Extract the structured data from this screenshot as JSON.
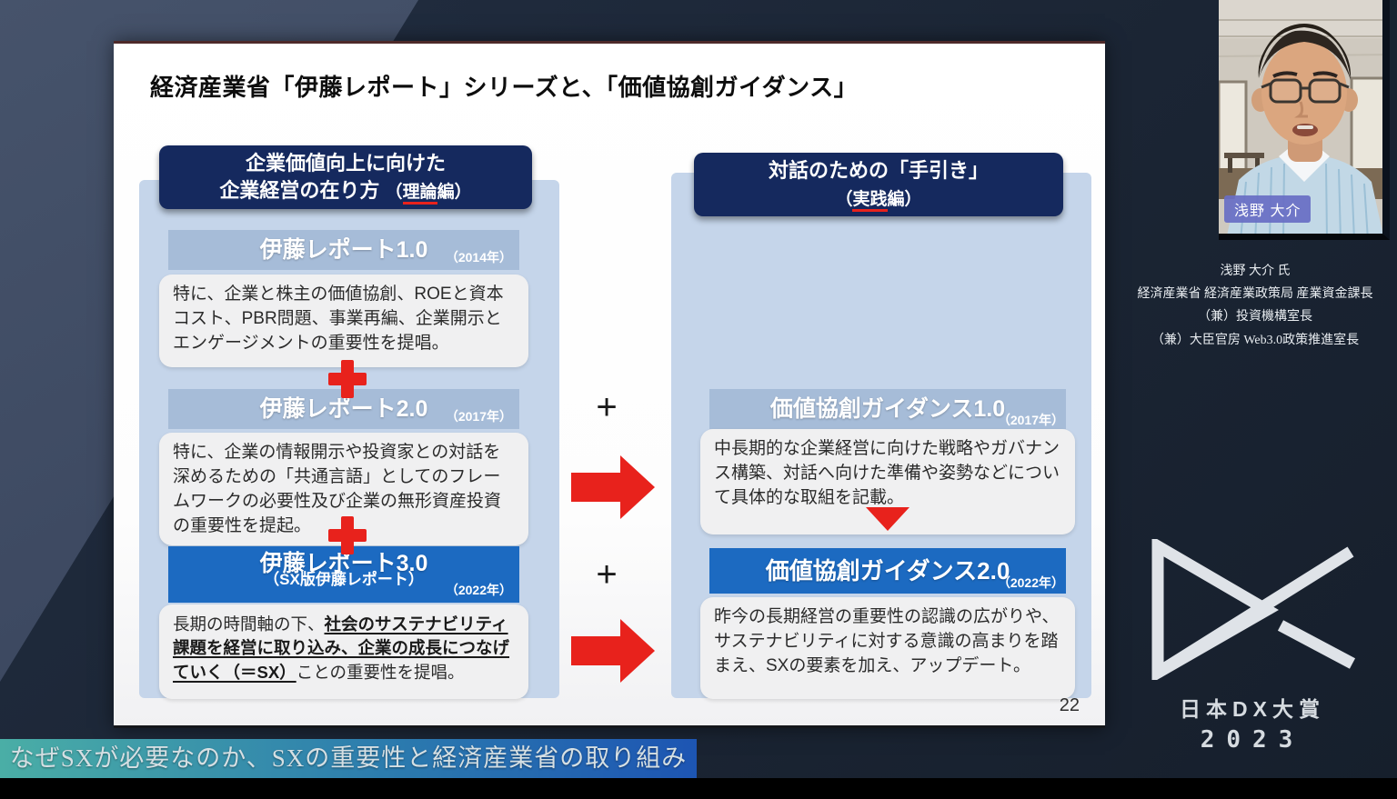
{
  "slide": {
    "title": "経済産業省「伊藤レポート」シリーズと、「価値協創ガイダンス」",
    "page_number": "22",
    "left": {
      "header": {
        "line1": "企業価値向上に向けた",
        "line2_main": "企業経営の在り方",
        "paren_pre": "（",
        "underlined": "理論",
        "paren_post": "編）"
      },
      "sections": [
        {
          "title": "伊藤レポート1.0",
          "year": "（2014年）",
          "body": "特に、企業と株主の価値協創、ROEと資本コスト、PBR問題、事業再編、企業開示とエンゲージメントの重要性を提唱。"
        },
        {
          "title": "伊藤レポート2.0",
          "year": "（2017年）",
          "body": "特に、企業の情報開示や投資家との対話を深めるための「共通言語」としてのフレームワークの必要性及び企業の無形資産投資の重要性を提起。"
        },
        {
          "title": "伊藤レポート3.0",
          "subtitle": "（SX版伊藤レポート）",
          "year": "（2022年）",
          "body_pre": "長期の時間軸の下、",
          "body_strong": "社会のサステナビリティ課題を経営に取り込み、企業の成長につなげていく（＝SX）",
          "body_post": "ことの重要性を提唱。"
        }
      ]
    },
    "right": {
      "header": {
        "line1": "対話のための「手引き」",
        "paren_pre": "（",
        "underlined": "実践",
        "paren_post": "編）"
      },
      "sections": [
        {
          "title": "価値協創ガイダンス1.0",
          "year": "（2017年）",
          "body": "中長期的な企業経営に向けた戦略やガバナンス構築、対話へ向けた準備や姿勢などについて具体的な取組を記載。"
        },
        {
          "title": "価値協創ガイダンス2.0",
          "year": "（2022年）",
          "body": "昨今の長期経営の重要性の認識の広がりや、サステナビリティに対する意識の高まりを踏まえ、SXの要素を加え、アップデート。"
        }
      ]
    },
    "connectors": {
      "plus": "+"
    }
  },
  "sidebar": {
    "name_tag": "浅野 大介",
    "speaker_lines": [
      "浅野 大介 氏",
      "経済産業省 経済産業政策局 産業資金課長",
      "（兼）投資機構室長",
      "（兼）大臣官房 Web3.0政策推進室長"
    ],
    "logo_title": "日本DX大賞",
    "logo_year": "2023"
  },
  "caption": "なぜSXが必要なのか、SXの重要性と経済産業省の取り組み",
  "colors": {
    "accent_red": "#e8221c",
    "navy_header": "#15295e",
    "strong_blue": "#1c6ac1",
    "light_band": "#a6bcd8",
    "panel_blue": "#c5d5ea",
    "name_tag_bg": "#686ec4",
    "caption_left": "#4aaea6",
    "caption_right": "#1d55b3"
  }
}
